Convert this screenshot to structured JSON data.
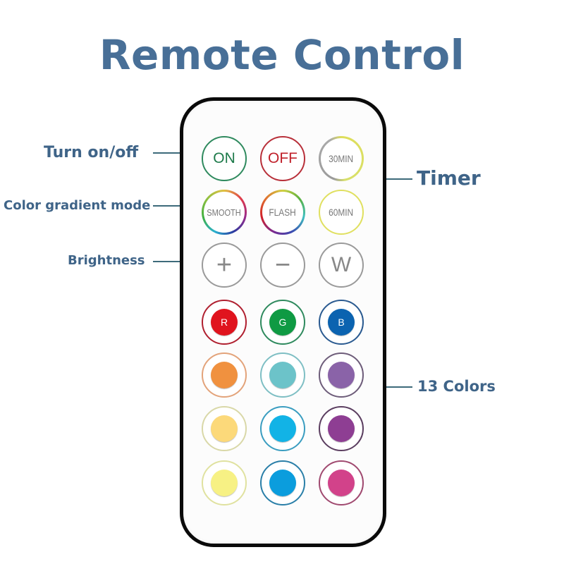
{
  "title": "Remote Control",
  "annotations": {
    "turn_on_off": "Turn on/off",
    "color_gradient_mode": "Color gradient mode",
    "brightness": "Brightness",
    "timer": "Timer",
    "colors": "13 Colors"
  },
  "remote": {
    "row1": {
      "on": "ON",
      "off": "OFF",
      "timer30": "30MIN"
    },
    "row2": {
      "smooth": "SMOOTH",
      "flash": "FLASH",
      "timer60": "60MIN"
    },
    "row3": {
      "plus": "+",
      "minus": "−",
      "white": "W"
    },
    "row4": {
      "red": "R",
      "green": "G",
      "blue": "B"
    },
    "color_buttons": [
      {
        "name": "orange",
        "color": "#f0913f",
        "ring": "#e3a37a"
      },
      {
        "name": "teal",
        "color": "#6cc3c9",
        "ring": "#7fbfc4"
      },
      {
        "name": "purple",
        "color": "#8a63a8",
        "ring": "#6e5d7a"
      },
      {
        "name": "light-yellow",
        "color": "#fcd97a",
        "ring": "#d9d8a8"
      },
      {
        "name": "sky-blue",
        "color": "#12b3e6",
        "ring": "#3a9dc0"
      },
      {
        "name": "violet",
        "color": "#8e3e93",
        "ring": "#5b3e60"
      },
      {
        "name": "pale-yellow",
        "color": "#f7f184",
        "ring": "#e0e2a0"
      },
      {
        "name": "blue",
        "color": "#0b9ddd",
        "ring": "#2a7fa8"
      },
      {
        "name": "magenta",
        "color": "#d2428a",
        "ring": "#a04a70"
      }
    ]
  },
  "colors": {
    "title": "#486f97",
    "label": "#3f6488",
    "on": "#1d7a4a",
    "off": "#c0202a",
    "red": "#e0141e",
    "green": "#0f9a43",
    "blue": "#0b63b0"
  }
}
